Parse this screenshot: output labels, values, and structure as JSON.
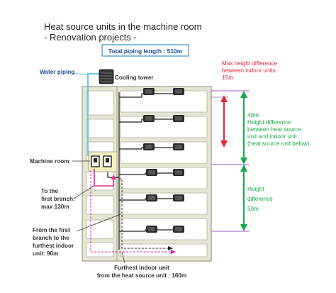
{
  "title": {
    "line1": "Heat source units in the machine room",
    "line2": "- Renovation projects -"
  },
  "badge": {
    "label": "Total piping length : 510m"
  },
  "labels": {
    "water_piping": "Water piping",
    "cooling_tower": "Cooling tower",
    "machine_room": "Machine room",
    "first_branch": [
      "To the",
      "first branch:",
      "max 130m"
    ],
    "furthest_from_branch": [
      "From the first",
      "branch to the",
      "furthest indoor",
      "unit: 90m"
    ],
    "furthest_from_heat": [
      "Furthest indoor unit",
      "from the heat source unit : 160m"
    ]
  },
  "red_note": [
    "Max height difference",
    "between indoor units:",
    "15m"
  ],
  "green_note_upper": [
    "40m",
    "Height  difference",
    "between heat source",
    "unit and indoor unit",
    "(heat source unit below)"
  ],
  "green_note_lower": [
    "Height",
    "difference",
    "50m"
  ],
  "colors": {
    "building_fill": "#e6e6d4",
    "building_stroke": "#9c9c86",
    "water_pipe": "#6ec6ee",
    "refrigerant_pipe": "#222222",
    "magenta_pipe": "#e0289c",
    "red_arrow": "#e0263a",
    "green_arrow": "#1aa84a",
    "purple_line": "#9b5bbf",
    "badge_border": "#3a8fd1",
    "badge_text": "#1f4e9a",
    "label_blue": "#1f4e9a"
  },
  "icons": [
    "cooling-tower-icon",
    "heat-source-unit-icon",
    "indoor-unit-icon"
  ]
}
